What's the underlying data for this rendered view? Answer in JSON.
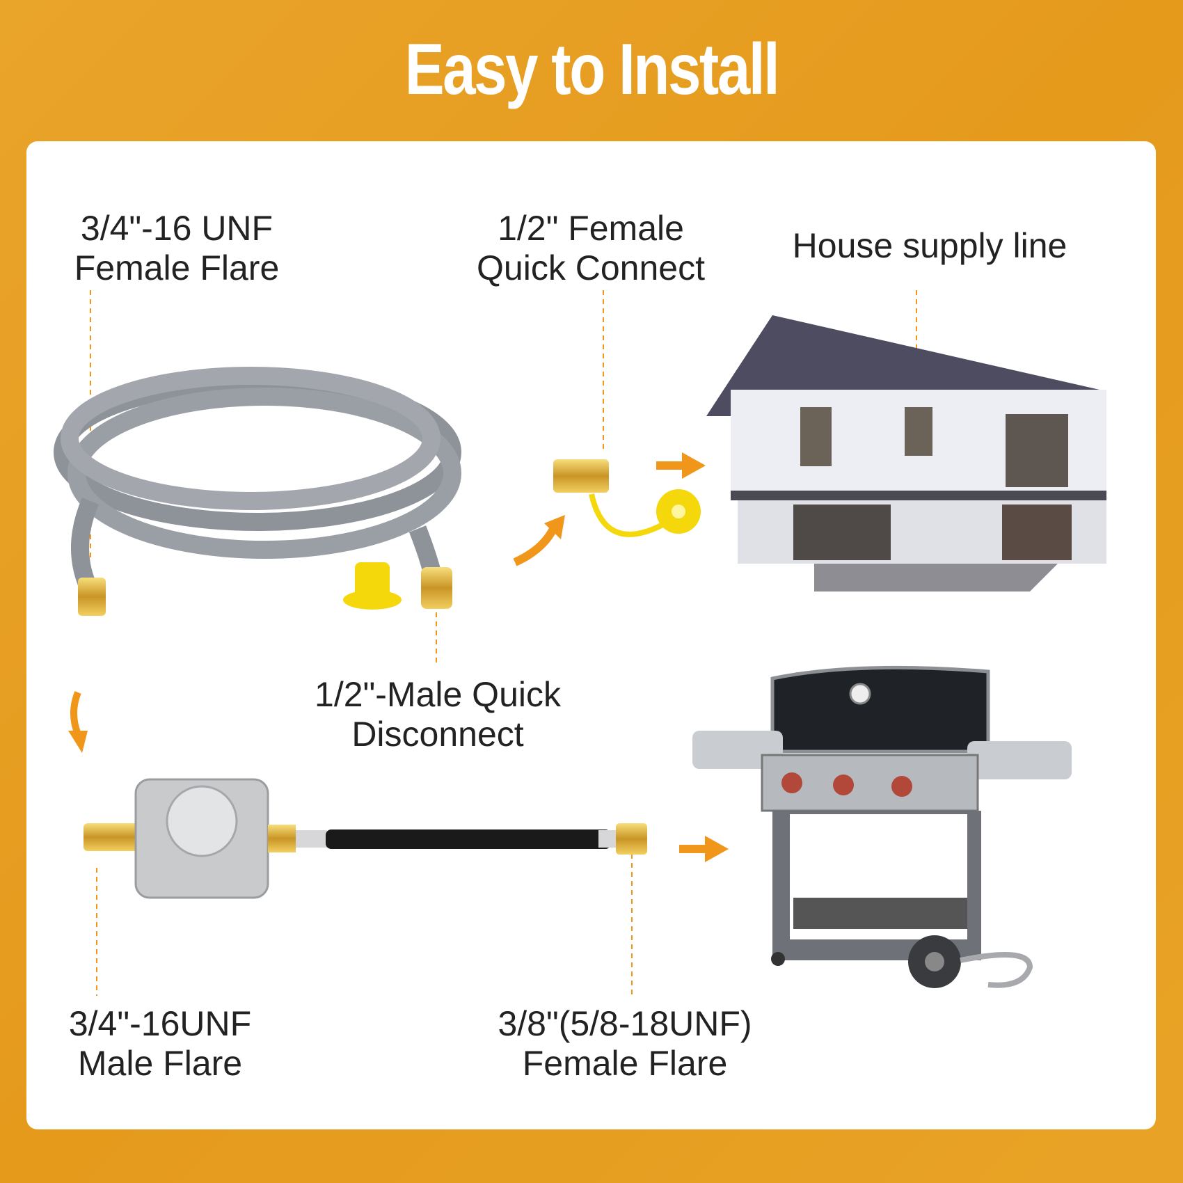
{
  "title": "Easy to Install",
  "labels": {
    "female_flare": [
      "3/4\"-16 UNF",
      "Female Flare"
    ],
    "female_quick_connect": [
      "1/2\" Female",
      "Quick Connect"
    ],
    "house_supply": [
      "House supply line"
    ],
    "male_quick_disconnect": [
      "1/2\"-Male Quick",
      "Disconnect"
    ],
    "male_flare": [
      "3/4\"-16UNF",
      "Male Flare"
    ],
    "grill_female_flare": [
      "3/8\"(5/8-18UNF)",
      "Female Flare"
    ]
  },
  "colors": {
    "background": "#e79f22",
    "accent": "#f0961a",
    "panel": "#ffffff"
  }
}
